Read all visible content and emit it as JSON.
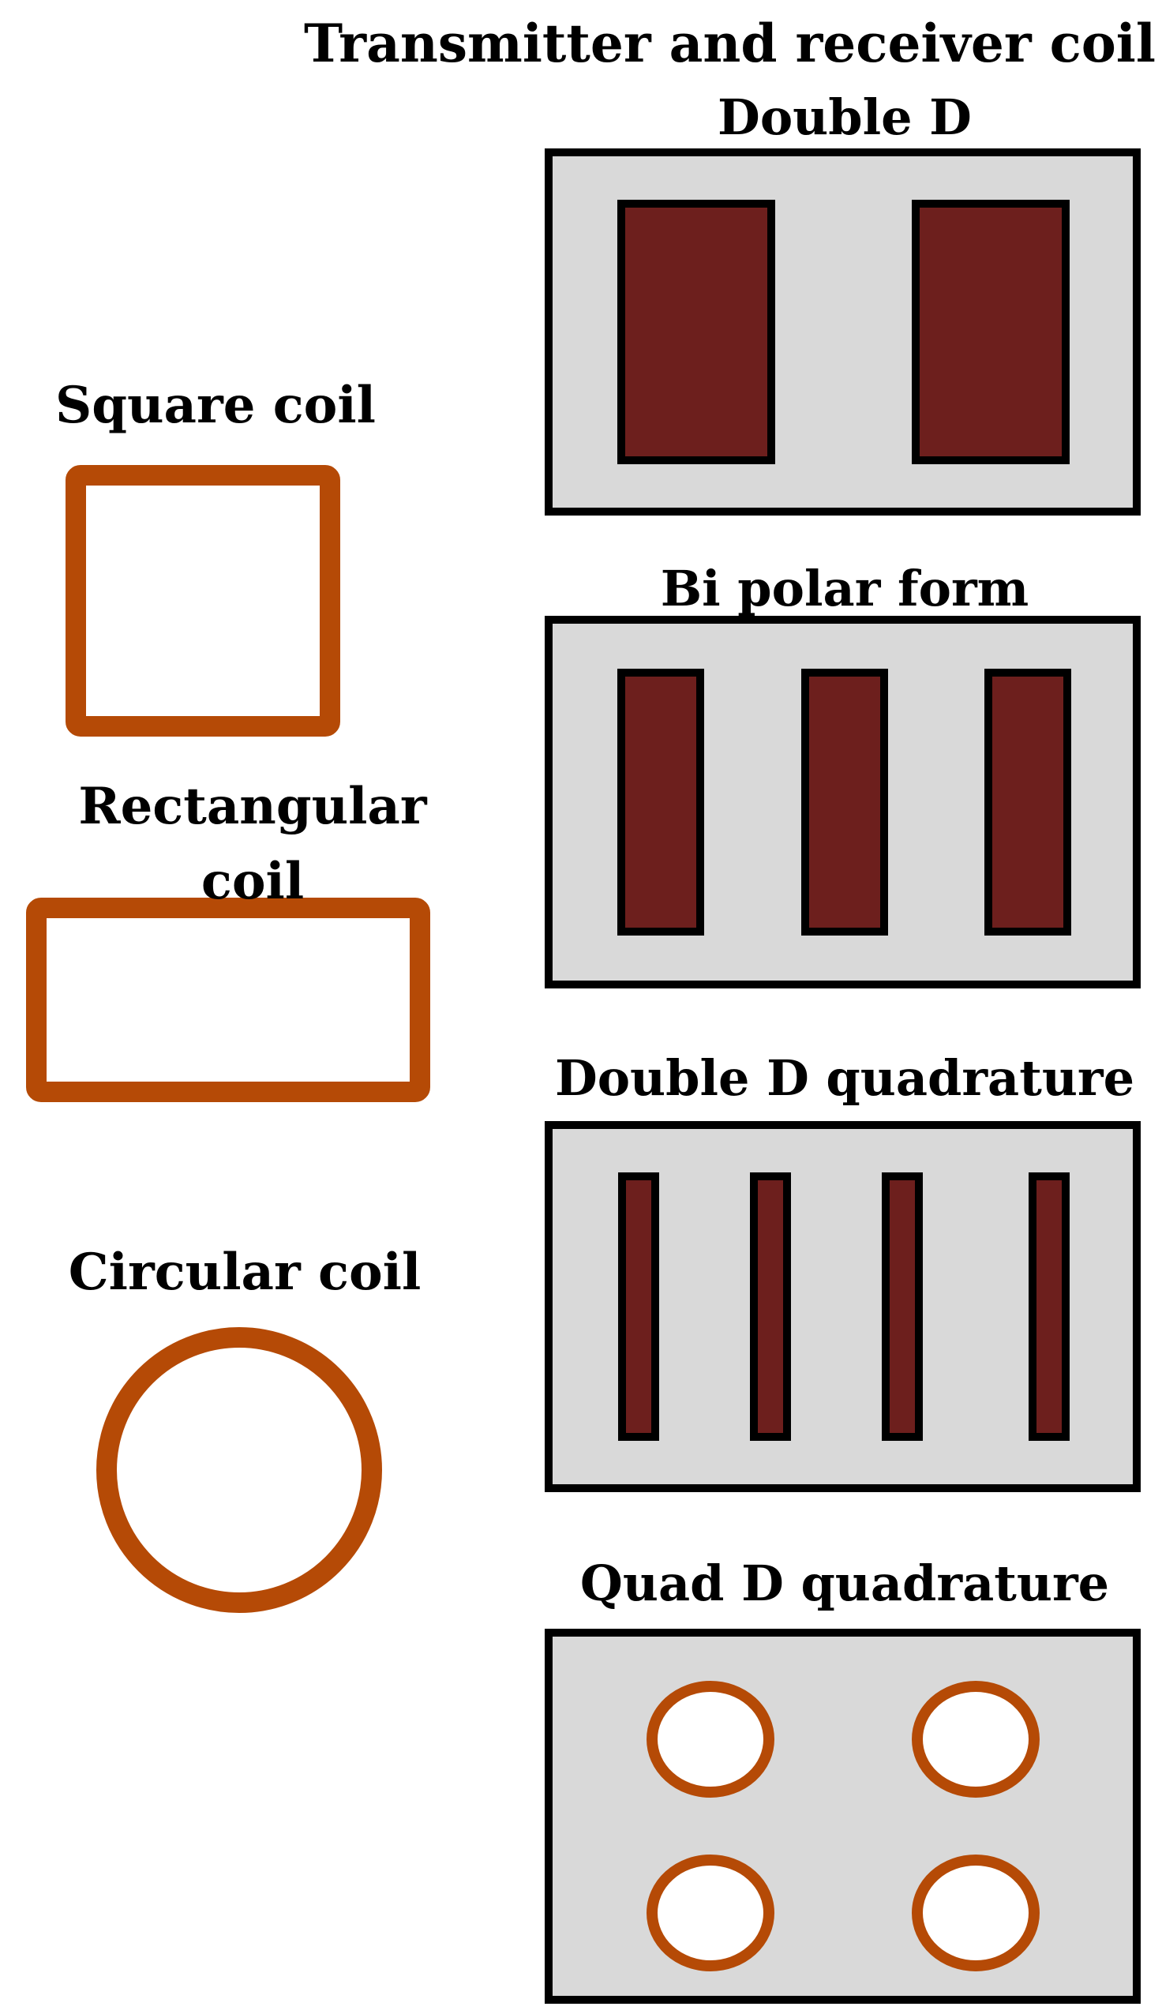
{
  "title": "Transmitter and receiver coil",
  "left_coils": {
    "square": "Square coil",
    "rectangular_line1": "Rectangular",
    "rectangular_line2": "coil",
    "circular": "Circular coil"
  },
  "pads": {
    "double_d": "Double D",
    "bipolar": "Bi polar form",
    "double_d_quadrature": "Double D quadrature",
    "quad_d_quadrature": "Quad D quadrature"
  },
  "colors": {
    "pad_fill": "#d9d9d9",
    "bar_fill": "#6d1f1d",
    "coil_stroke": "#b54a06",
    "outline": "#000000"
  }
}
